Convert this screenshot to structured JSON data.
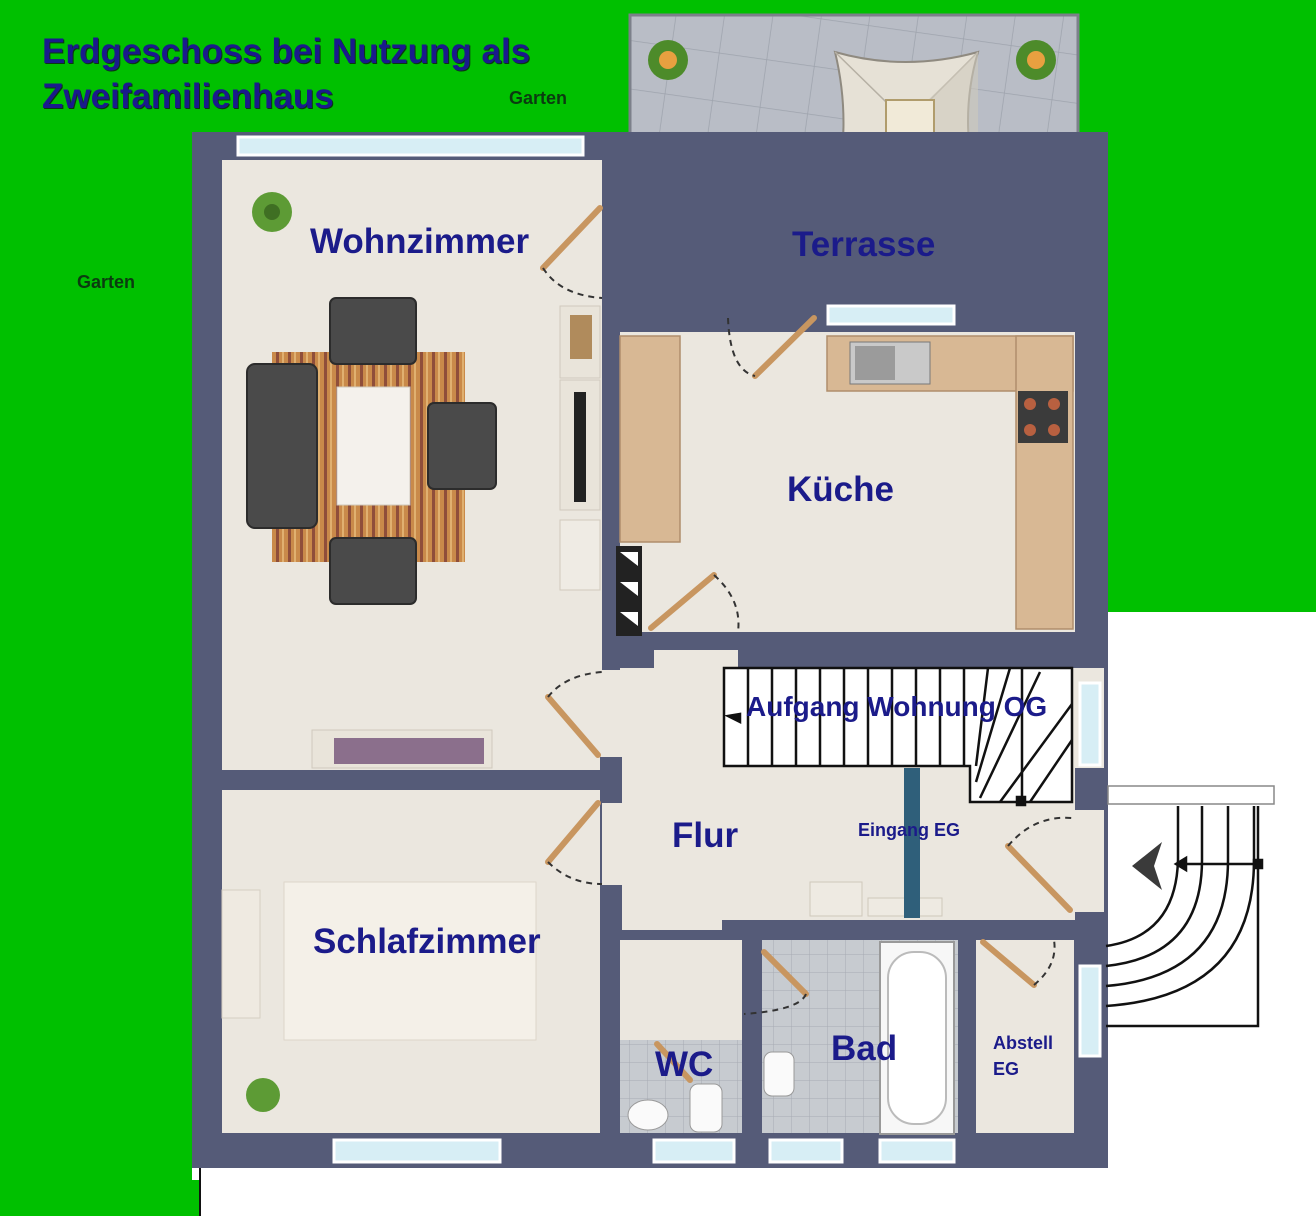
{
  "title": {
    "line1": "Erdgeschoss bei Nutzung als",
    "line2": "Zweifamilienhaus"
  },
  "labels": {
    "garden_top": "Garten",
    "garden_left": "Garten",
    "wohnzimmer": "Wohnzimmer",
    "terrasse": "Terrasse",
    "kueche": "Küche",
    "aufgang": "Aufgang Wohnung OG",
    "flur": "Flur",
    "eingang": "Eingang EG",
    "schlafzimmer": "Schlafzimmer",
    "wc": "WC",
    "bad": "Bad",
    "abstell_line1": "Abstell",
    "abstell_line2": "EG"
  },
  "colors": {
    "garden": "#00c000",
    "wall": "#555b78",
    "floor": "#ebe7df",
    "label": "#1b1b8a",
    "counter": "#d8b894",
    "sofa": "#4a4a4a",
    "terrace_tile": "#b8bcc4",
    "door_leaf": "#c89660",
    "window": "#d7eef5"
  },
  "icons": [
    "plant-icon",
    "sofa-icon",
    "table-icon",
    "sink-icon",
    "stove-icon",
    "bathtub-icon",
    "toilet-icon",
    "umbrella-icon",
    "chair-icon",
    "bookshelf-icon",
    "tv-icon",
    "entrance-arrow-icon"
  ]
}
